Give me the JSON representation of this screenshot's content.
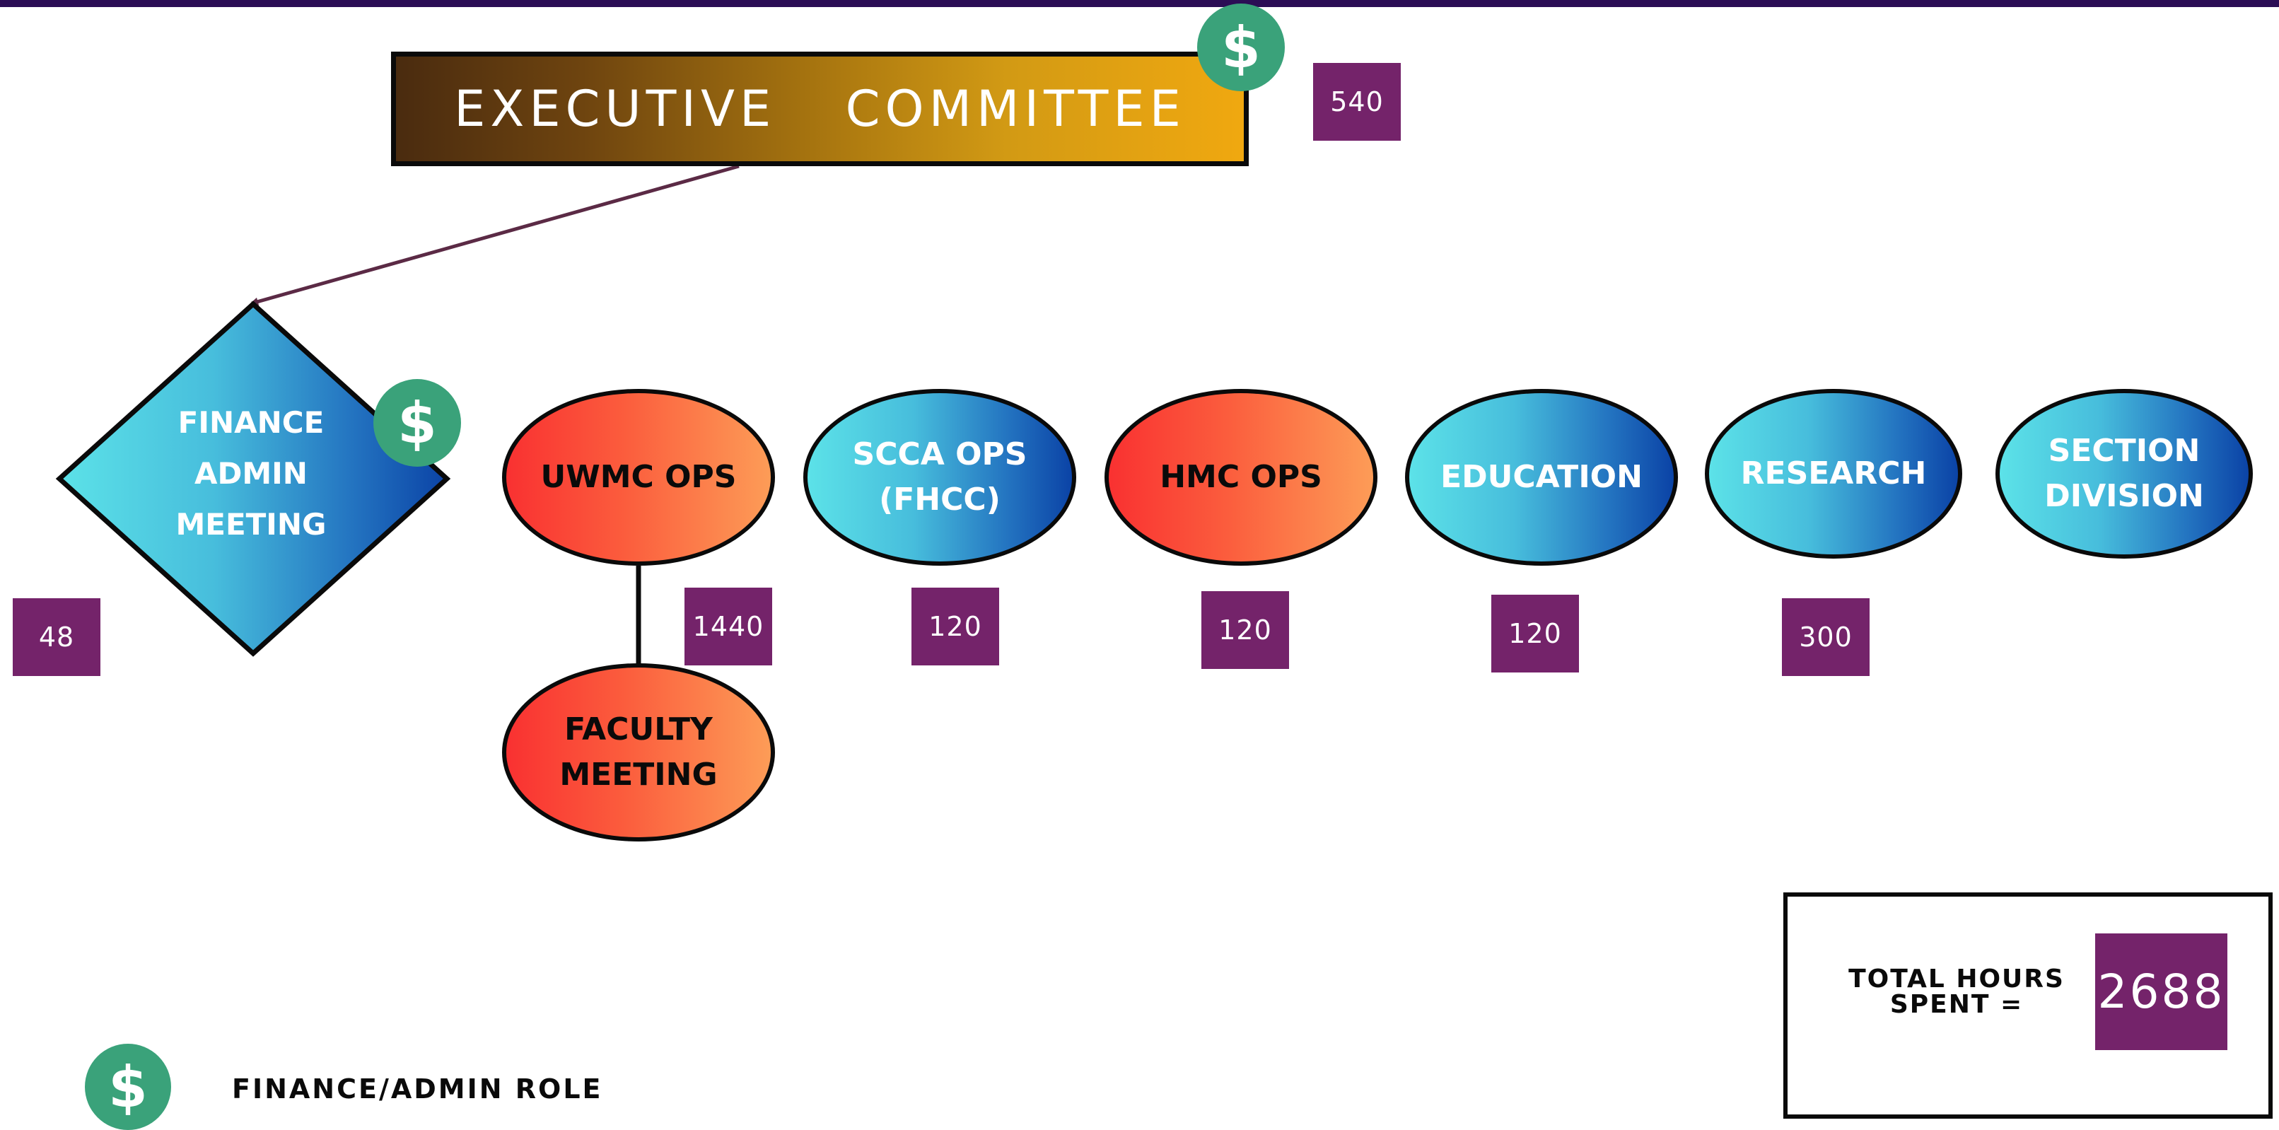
{
  "executive": {
    "label": "EXECUTIVE  COMMITTEE",
    "hours": "540"
  },
  "finance": {
    "lines": [
      "FINANCE",
      "ADMIN",
      "MEETING"
    ],
    "hours": "48"
  },
  "nodes": {
    "uwmc": {
      "lines": [
        "UWMC OPS"
      ],
      "hours": "1440"
    },
    "faculty": {
      "lines": [
        "FACULTY",
        "MEETING"
      ]
    },
    "scca": {
      "lines": [
        "SCCA OPS",
        "(FHCC)"
      ],
      "hours": "120"
    },
    "hmc": {
      "lines": [
        "HMC OPS"
      ],
      "hours": "120"
    },
    "education": {
      "lines": [
        "EDUCATION"
      ],
      "hours": "120"
    },
    "research": {
      "lines": [
        "RESEARCH"
      ],
      "hours": "300"
    },
    "section": {
      "lines": [
        "SECTION",
        "DIVISION"
      ]
    }
  },
  "icons": {
    "dollar_symbol": "$",
    "name": "dollar-circle-icon",
    "color": "#3aa27a"
  },
  "total": {
    "label_lines": [
      "TOTAL HOURS",
      "SPENT ="
    ],
    "value": "2688"
  },
  "legend": {
    "label": "FINANCE/ADMIN ROLE"
  },
  "colors": {
    "badge": "#74236a",
    "top_bar": "#2b0d55",
    "arrow": "#5b2a45"
  }
}
